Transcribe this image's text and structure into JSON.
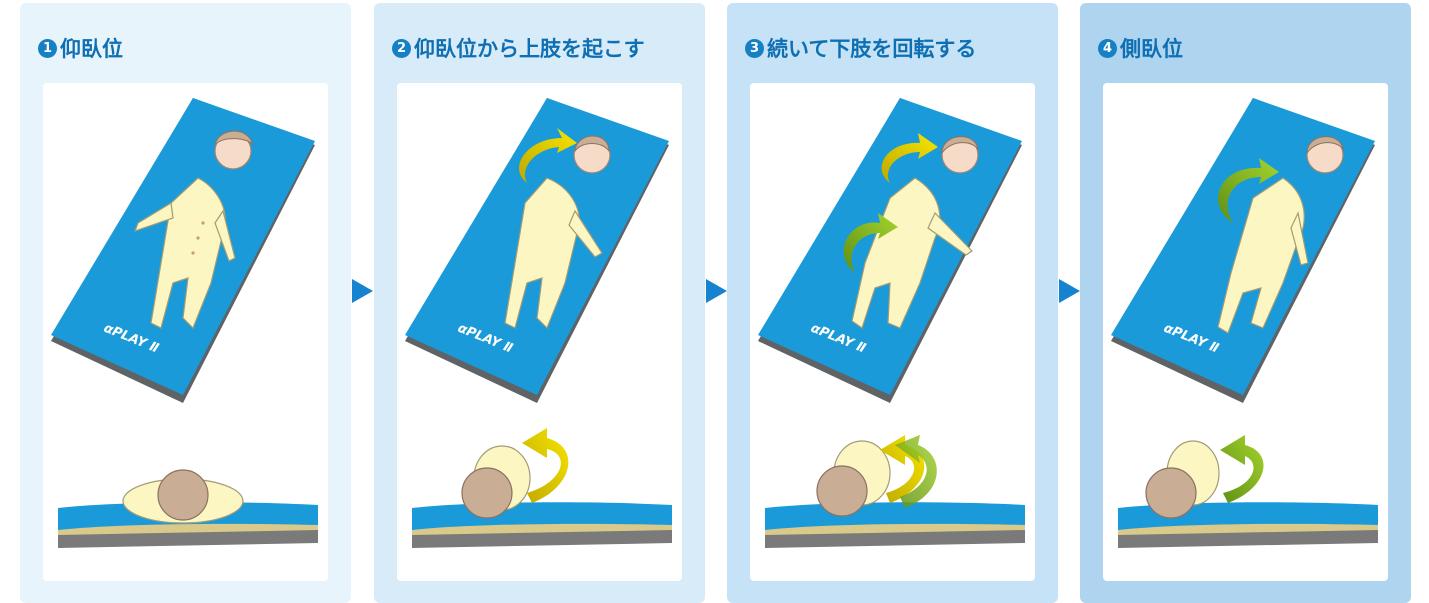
{
  "steps": [
    {
      "num": "1",
      "label": "仰臥位"
    },
    {
      "num": "2",
      "label": "仰臥位から上肢を起こす"
    },
    {
      "num": "3",
      "label": "続いて下肢を回転する"
    },
    {
      "num": "4",
      "label": "側臥位"
    }
  ],
  "mattress_logo": "αPLAY Ⅱ",
  "colors": {
    "mattress": "#1a9ad9",
    "pajamas": "#fbf6c2",
    "skin": "#f6dcc8",
    "hair": "#c9ad94",
    "arrow_yellow": "#e7d300",
    "arrow_green": "#8fc31f",
    "step_text": "#0f6fb3"
  }
}
